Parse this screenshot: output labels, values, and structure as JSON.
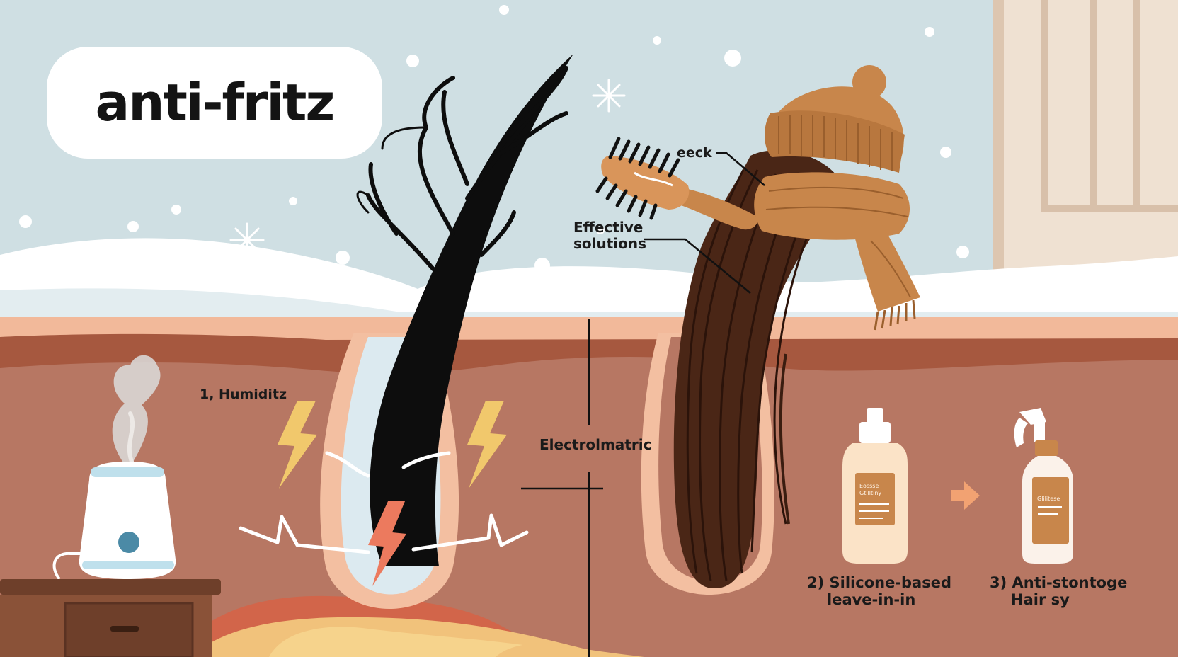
{
  "title": "anti-fritz",
  "labels": {
    "humidity": "1, Humiditz",
    "eeck": "eeck",
    "effective_solutions": [
      "Effective",
      "solutions"
    ],
    "electro": "Electrolmatric",
    "step2": [
      "2) Silicone-based",
      "leave-in-in"
    ],
    "step3": [
      "3) Anti-stontoge",
      "Hair sy"
    ],
    "bottle1_label": [
      "Eossse",
      "Gtilltiny"
    ],
    "bottle2_label": "Glilitese"
  },
  "colors": {
    "sky": "#cfdfe3",
    "snow": "#ffffff",
    "skin_top": "#f2b99a",
    "skin_dark": "#a6583f",
    "skin_mid": "#b77763",
    "follicle_lining": "#f3bfa1",
    "hair_frizzy": "#0d0d0d",
    "hair_smooth": "#4a2616",
    "knit": "#c8864b",
    "bolt_yellow": "#f1c86c",
    "bolt_red": "#ec7a5e",
    "humidifier_accent": "#4b8aa6",
    "wood": "#6e3f2a"
  },
  "icons": [
    "humidifier-icon",
    "lightning-bolt-icon",
    "hair-brush-icon",
    "knit-hat-icon",
    "scarf-icon",
    "spray-bottle-icon",
    "arrow-right-icon",
    "snowflake-icon"
  ]
}
